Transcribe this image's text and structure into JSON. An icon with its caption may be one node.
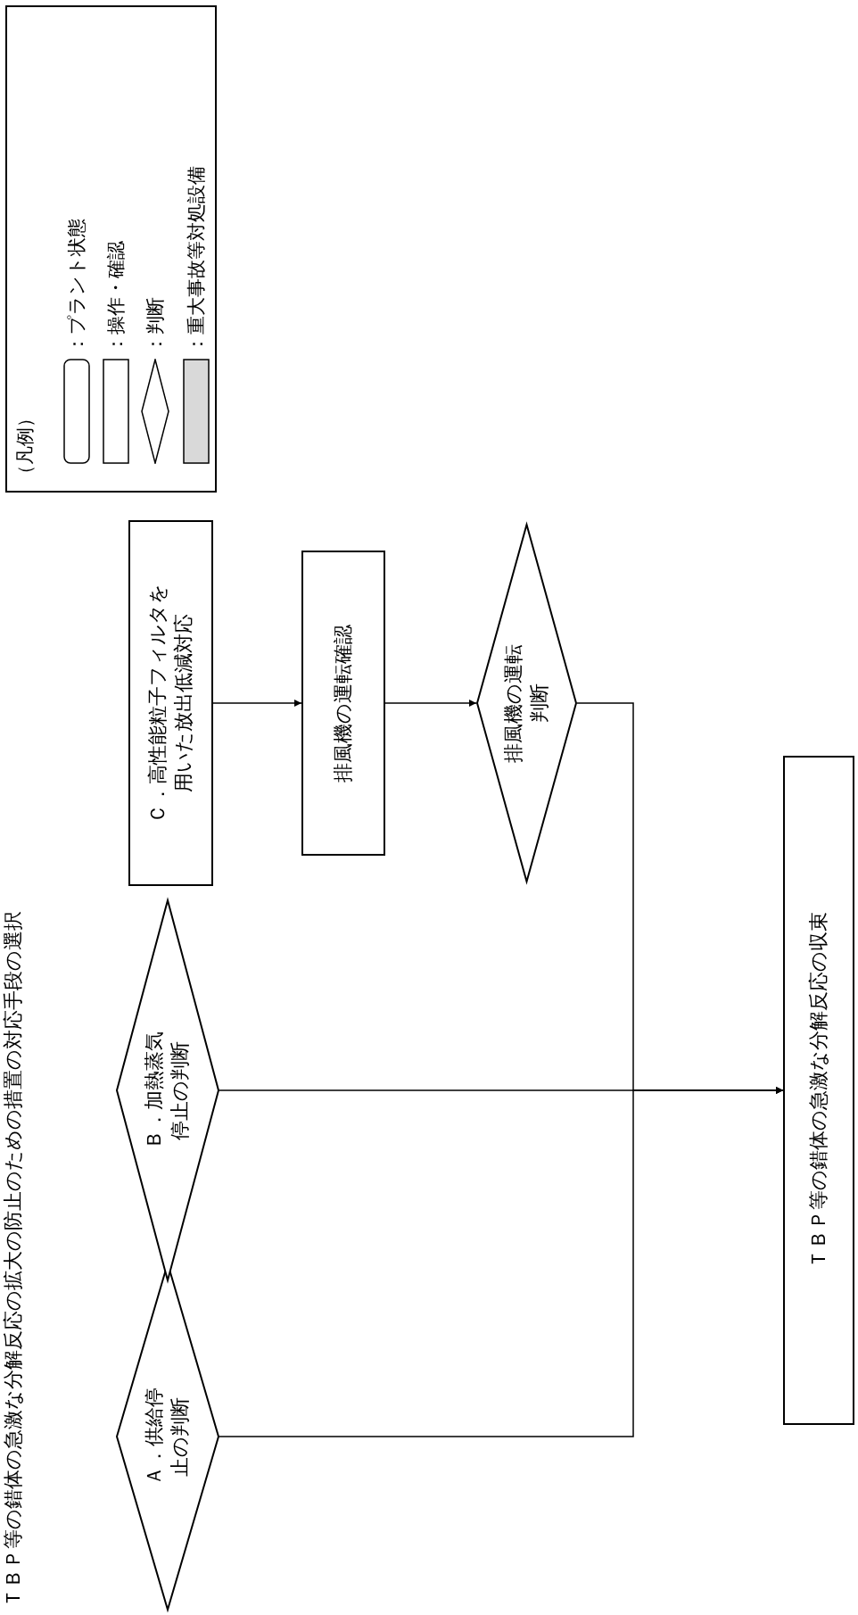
{
  "diagram": {
    "title": "ＴＢＰ等の錯体の急激な分解反応の拡大の防止のための措置の対応手段の選択",
    "nodes": [
      {
        "text": [
          "Ａ．供給停止の判断"
        ]
      },
      {
        "text": [
          "Ｂ．加熱蒸気停止の判断"
        ]
      },
      {
        "text": [
          "Ｃ．高性能粒子フィルタを用いた放出低減対応"
        ]
      },
      {
        "text": [
          "排風機の運転確認"
        ]
      },
      {
        "text": [
          "排風機の運転判断"
        ]
      },
      {
        "text": [
          "ＴＢＰ等の錯体の急激な分解反応の収束"
        ]
      }
    ],
    "edges": [
      {
        "from": 0,
        "to": 5,
        "arrow": "to"
      },
      {
        "from": 1,
        "to": 5,
        "arrow": "to"
      },
      {
        "from": 2,
        "to": 3,
        "arrow": "to"
      },
      {
        "from": 3,
        "to": 4,
        "arrow": "to"
      },
      {
        "from": 4,
        "to": 5,
        "arrow": "to"
      }
    ],
    "labels": [
      "（凡例）"
    ],
    "legend": [
      {
        "text": "：プラント状態"
      },
      {
        "text": "：操作・確認"
      },
      {
        "text": "：判断"
      },
      {
        "text": "：重大事故等対処設備",
        "color": "#d9d9d9"
      }
    ]
  }
}
